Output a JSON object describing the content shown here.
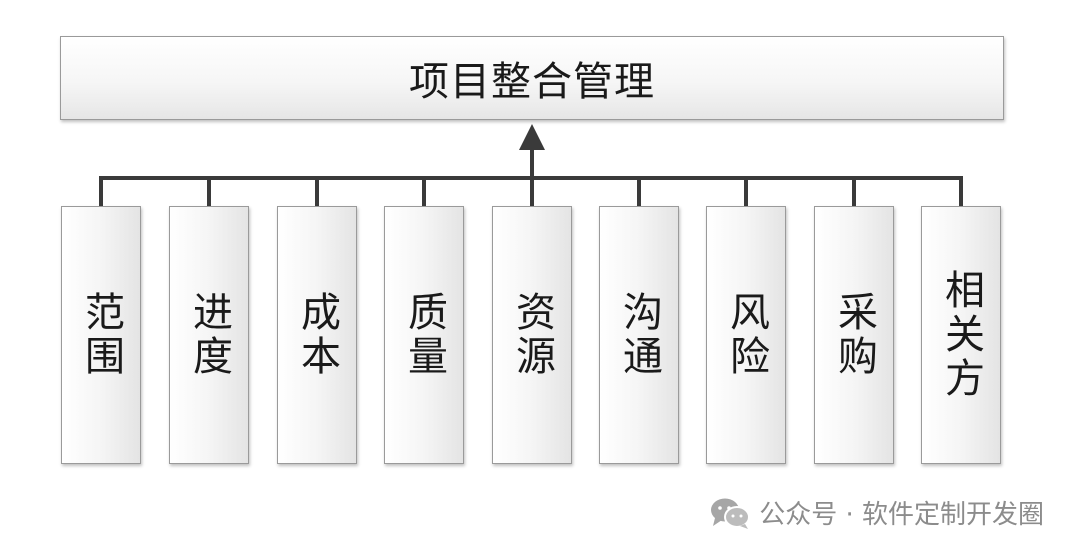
{
  "diagram": {
    "root": {
      "label": "项目整合管理"
    },
    "children": [
      {
        "label": "范围"
      },
      {
        "label": "进度"
      },
      {
        "label": "成本"
      },
      {
        "label": "质量"
      },
      {
        "label": "资源"
      },
      {
        "label": "沟通"
      },
      {
        "label": "风险"
      },
      {
        "label": "采购"
      },
      {
        "label": "相关方"
      }
    ]
  },
  "watermark": {
    "text": "公众号 · 软件定制开发圈",
    "icon": "wechat-icon"
  },
  "colors": {
    "connector": "#3a3a3a",
    "border": "#9a9a9a",
    "text": "#1a1a1a",
    "watermark": "#8c8c8c"
  }
}
